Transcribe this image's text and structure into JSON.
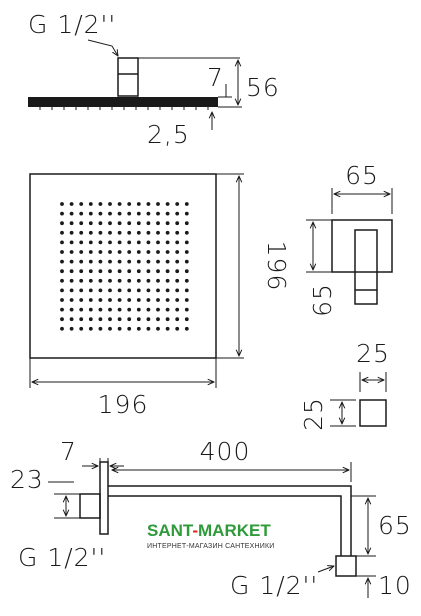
{
  "top_view": {
    "thread_label": "G 1/2''",
    "dim_height": "56",
    "dim_plate": "7",
    "dim_thickness": "2,5"
  },
  "front_view": {
    "width_label": "196",
    "height_label": "196",
    "nozzle_rows": 14,
    "nozzle_cols": 14
  },
  "connector_view": {
    "width_label": "65",
    "height_label": "65"
  },
  "small_square": {
    "width_label": "25",
    "height_label": "25"
  },
  "arm_view": {
    "dim_flange": "7",
    "dim_diameter": "23",
    "dim_length": "400",
    "dim_drop": "65",
    "dim_outlet": "10",
    "thread_left": "G 1/2''",
    "thread_right": "G 1/2''"
  },
  "watermark": {
    "brand_part1": "SANT",
    "brand_dash": "-",
    "brand_part2": "MARKET",
    "subtitle": "ИНТЕРНЕТ-МАГАЗИН САНТЕХНИКИ",
    "color_green": "#2e9a3a",
    "color_red": "#e2231a"
  }
}
